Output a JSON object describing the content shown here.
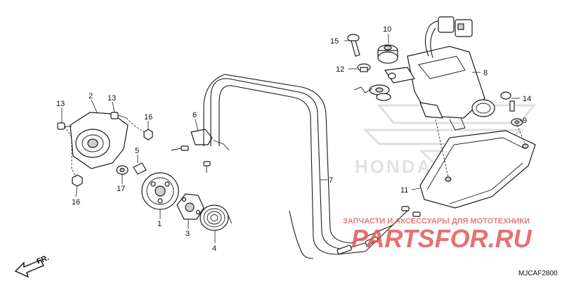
{
  "diagram": {
    "code": "MJCAF2800",
    "direction_label": "FR.",
    "watermark_brand": "HONDA",
    "watermark_caption": "ЗАПЧАСТИ И АКСЕССУАРЫ ДЛЯ МОТОТЕХНИКИ",
    "watermark_site": "PARTSFOR.RU",
    "colors": {
      "watermark": "#e05a5a",
      "line": "#1a1a1a"
    }
  },
  "callouts": {
    "p1": "1",
    "p2": "2",
    "p3": "3",
    "p4": "4",
    "p5": "5",
    "p6": "6",
    "p7": "7",
    "p8": "8",
    "p9": "9",
    "p10": "10",
    "p11": "11",
    "p12": "12",
    "p13a": "13",
    "p13b": "13",
    "p14": "14",
    "p15": "15",
    "p16a": "16",
    "p16b": "16",
    "p17": "17"
  }
}
